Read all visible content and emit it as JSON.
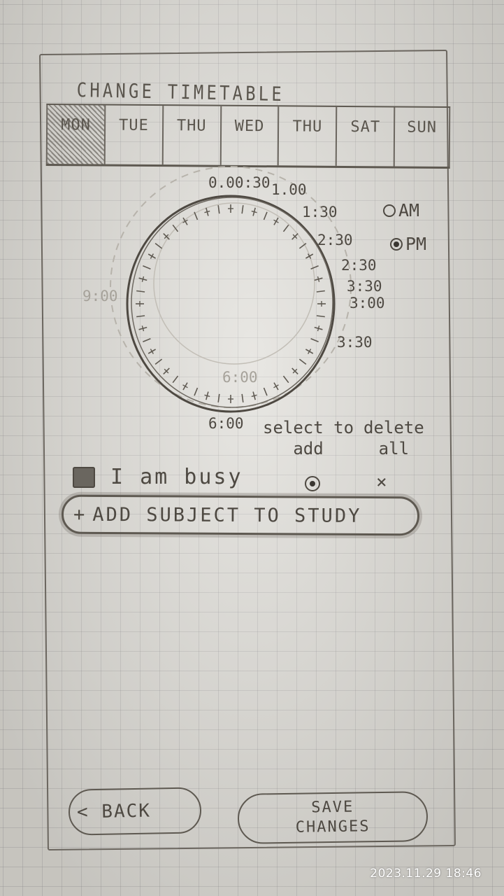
{
  "header": {
    "title": "CHANGE TIMETABLE"
  },
  "days": {
    "items": [
      {
        "label": "MON",
        "selected": true
      },
      {
        "label": "TUE",
        "selected": false
      },
      {
        "label": "THU",
        "selected": false
      },
      {
        "label": "WED",
        "selected": false
      },
      {
        "label": "THU",
        "selected": false
      },
      {
        "label": "SAT",
        "selected": false
      },
      {
        "label": "SUN",
        "selected": false
      }
    ]
  },
  "clock": {
    "labels": {
      "top": "0.00:30",
      "one": "1.00",
      "one_thirty": "1:30",
      "two_thirty_a": "2:30",
      "two_thirty_b": "2:30",
      "three_thirty": "3:30",
      "three": "3:00",
      "three_thirty_outer": "3:30",
      "six_inner": "6:00",
      "six": "6:00",
      "nine": "9:00"
    }
  },
  "ampm": {
    "am_label": "AM",
    "pm_label": "PM",
    "selected": "PM"
  },
  "legend": {
    "select_label": "select to",
    "select_label_2": "add",
    "delete_label": "delete",
    "delete_label_2": "all"
  },
  "busy": {
    "label": "I am busy"
  },
  "add_subject": {
    "label": "ADD SUBJECT TO STUDY",
    "plus": "+"
  },
  "footer": {
    "back_label": "< BACK",
    "save_label": "SAVE\nCHANGES"
  },
  "status": {
    "timestamp": "2023.11.29 18:46"
  }
}
